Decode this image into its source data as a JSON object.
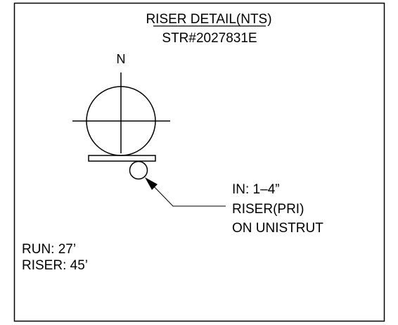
{
  "title": "RISER DETAIL(NTS)",
  "subtitle": "STR#2027831E",
  "north_label": "N",
  "callout": {
    "line1": "IN:  1–4”",
    "line2": "RISER(PRI)",
    "line3": "ON UNISTRUT"
  },
  "run": {
    "line1": "RUN: 27’",
    "line2": "RISER: 45’"
  }
}
